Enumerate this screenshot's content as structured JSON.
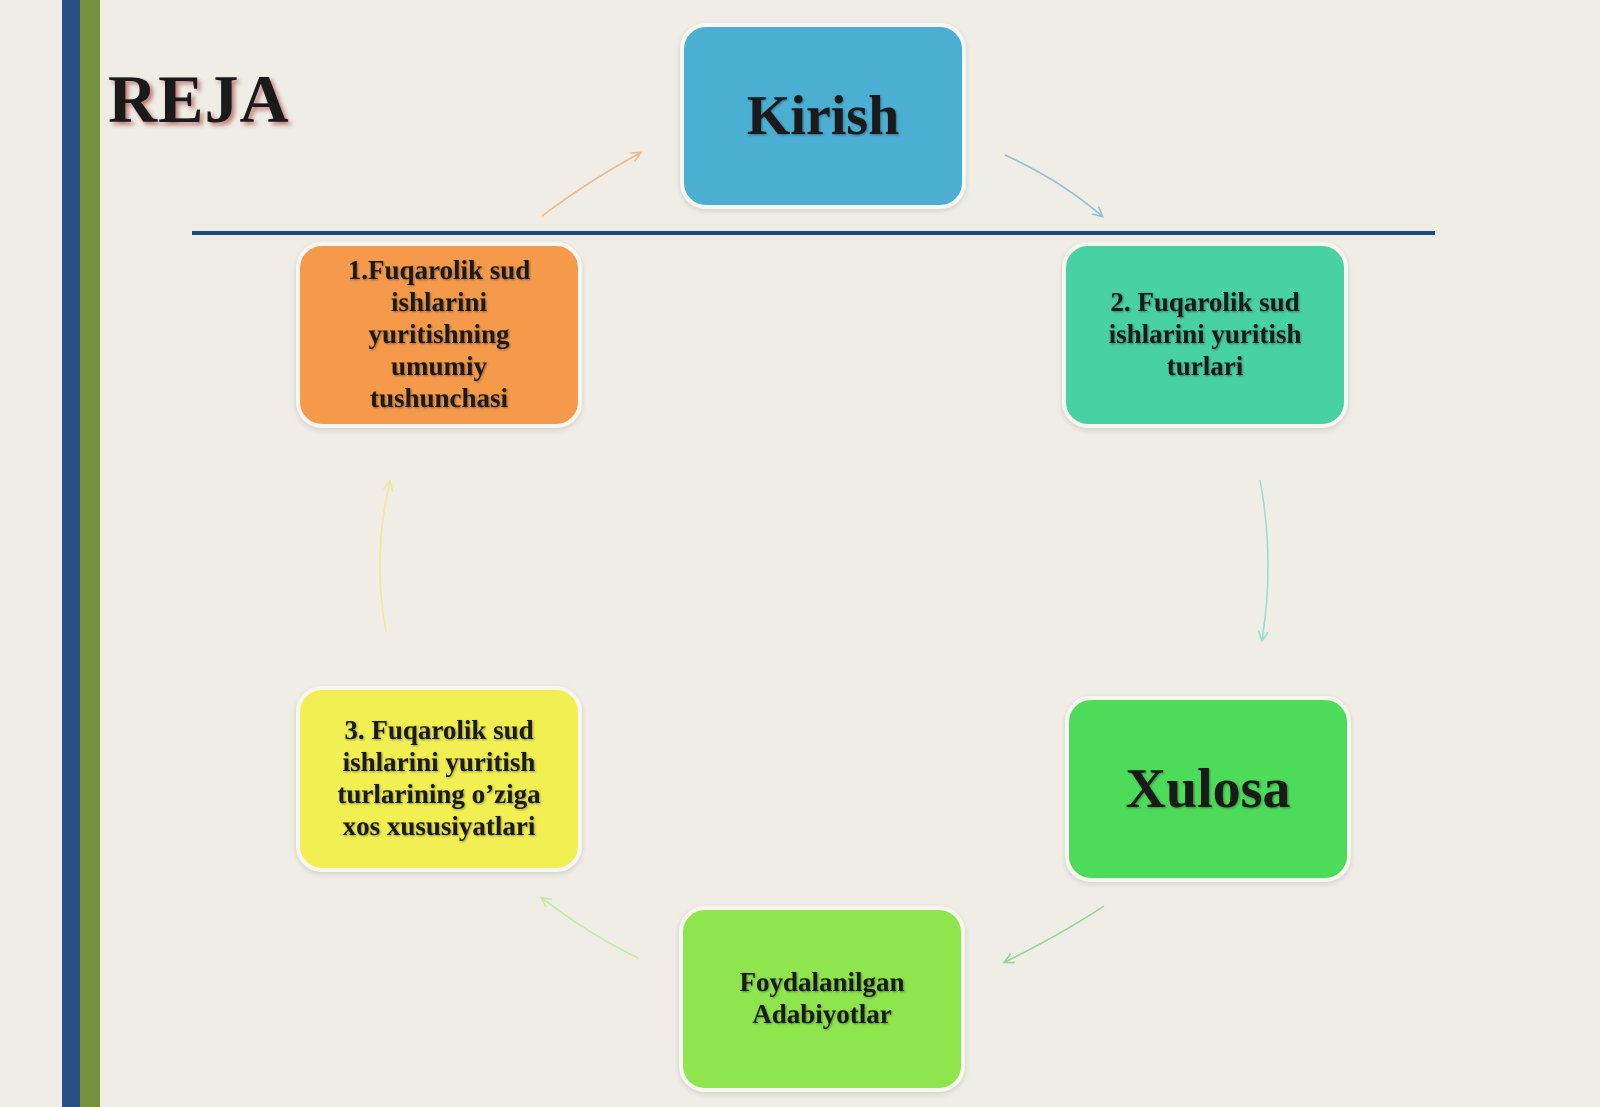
{
  "slide": {
    "title": "REJA"
  },
  "cycle": {
    "nodes": [
      {
        "id": "kirish",
        "label": "Kirish",
        "color": "#4bafd3"
      },
      {
        "id": "step2",
        "label": "2. Fuqarolik sud ishlarini yuritish turlari",
        "color": "#48d1a2"
      },
      {
        "id": "xulosa",
        "label": "Xulosa",
        "color": "#4cdc5a"
      },
      {
        "id": "adabiyotlar",
        "label": "Foydalanilgan Adabiyotlar",
        "color": "#8fe54e"
      },
      {
        "id": "step3",
        "label": "3. Fuqarolik sud ishlarini yuritish turlarining o’ziga xos xususiyatlari",
        "color": "#f2ef52"
      },
      {
        "id": "step1",
        "label": "1.Fuqarolik sud ishlarini yuritishning umumiy tushunchasi",
        "color": "#f59a4a"
      }
    ]
  },
  "theme": {
    "background": "#efede6",
    "bar_blue": "#2b4f86",
    "bar_green": "#76923c",
    "divider": "#1f4a80"
  }
}
